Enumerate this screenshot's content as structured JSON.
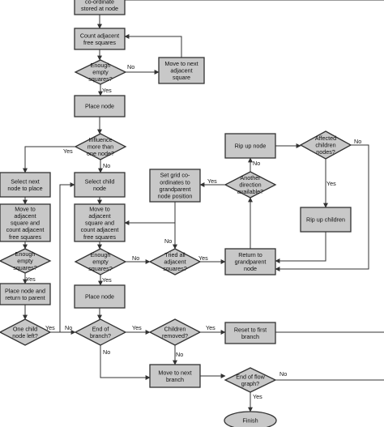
{
  "colors": {
    "box_fill": "#c8c8c8",
    "stroke": "#333333",
    "line": "#333333",
    "text": "#111111"
  },
  "nodes": {
    "coord_stored": {
      "kind": "rect",
      "lines": [
        "co-ordinate",
        "stored at node"
      ]
    },
    "count_adjacent": {
      "kind": "rect",
      "lines": [
        "Count adjacent",
        "free squares"
      ]
    },
    "enough_empty_top": {
      "kind": "diamond",
      "lines": [
        "Enough",
        "empty",
        "squares?"
      ]
    },
    "move_next_square": {
      "kind": "rect",
      "lines": [
        "Move to next",
        "adjacent",
        "square"
      ]
    },
    "place_node_top": {
      "kind": "rect",
      "lines": [
        "Place node"
      ]
    },
    "influence": {
      "kind": "diamond",
      "lines": [
        "Influence",
        "more than",
        "one node?"
      ]
    },
    "select_next_node": {
      "kind": "rect",
      "lines": [
        "Select next",
        "node to place"
      ]
    },
    "select_child": {
      "kind": "rect",
      "lines": [
        "Select child",
        "node"
      ]
    },
    "move_count_left": {
      "kind": "rect",
      "lines": [
        "Move to",
        "adjacent",
        "square and",
        "count adjacent",
        "free squares"
      ]
    },
    "move_count_mid": {
      "kind": "rect",
      "lines": [
        "Move to",
        "adjacent",
        "square and",
        "count adjacent",
        "free squares"
      ]
    },
    "enough_empty_left": {
      "kind": "diamond",
      "lines": [
        "Enough",
        "empty",
        "squares?"
      ]
    },
    "enough_empty_mid": {
      "kind": "diamond",
      "lines": [
        "Enough",
        "empty",
        "squares?"
      ]
    },
    "tried_all": {
      "kind": "diamond",
      "lines": [
        "Tried all",
        "adjacent",
        "squares?"
      ]
    },
    "return_grandparent": {
      "kind": "rect",
      "lines": [
        "Return to",
        "grandparent",
        "node"
      ]
    },
    "set_grid": {
      "kind": "rect",
      "lines": [
        "Set grid co-",
        "ordinates to",
        "grandparent",
        "node position"
      ]
    },
    "another_direction": {
      "kind": "diamond",
      "lines": [
        "Another",
        "direction",
        "available?"
      ]
    },
    "rip_up_node": {
      "kind": "rect",
      "lines": [
        "Rip up node"
      ]
    },
    "affected_children": {
      "kind": "diamond",
      "lines": [
        "Affected",
        "children",
        "nodes?"
      ]
    },
    "rip_up_children": {
      "kind": "rect",
      "lines": [
        "Rip up children"
      ]
    },
    "place_return_parent": {
      "kind": "rect",
      "lines": [
        "Place node and",
        "return to parent"
      ]
    },
    "place_node_mid": {
      "kind": "rect",
      "lines": [
        "Place node"
      ]
    },
    "one_child_left": {
      "kind": "diamond",
      "lines": [
        "One child",
        "node left?"
      ]
    },
    "end_of_branch": {
      "kind": "diamond",
      "lines": [
        "End of",
        "branch?"
      ]
    },
    "children_removed": {
      "kind": "diamond",
      "lines": [
        "Children",
        "removed?"
      ]
    },
    "reset_first_branch": {
      "kind": "rect",
      "lines": [
        "Reset to first",
        "branch"
      ]
    },
    "move_next_branch": {
      "kind": "rect",
      "lines": [
        "Move to next",
        "branch"
      ]
    },
    "end_of_flow_graph": {
      "kind": "diamond",
      "lines": [
        "End of flow",
        "graph?"
      ]
    },
    "finish": {
      "kind": "oval",
      "lines": [
        "Finish"
      ]
    }
  },
  "edge_labels": {
    "enough_top_no": "No",
    "enough_top_yes": "Yes",
    "influence_yes": "Yes",
    "influence_no": "No",
    "enough_left_yes": "Yes",
    "one_child_yes": "Yes",
    "one_child_no": "No",
    "enough_mid_no": "No",
    "enough_mid_yes": "Yes",
    "tried_all_no": "No",
    "tried_all_yes": "Yes",
    "another_yes": "Yes",
    "another_no": "No",
    "affected_no": "No",
    "affected_yes": "Yes",
    "end_branch_yes": "Yes",
    "end_branch_no": "No",
    "children_yes": "Yes",
    "children_no": "No",
    "end_flow_no": "No",
    "end_flow_yes": "Yes"
  }
}
